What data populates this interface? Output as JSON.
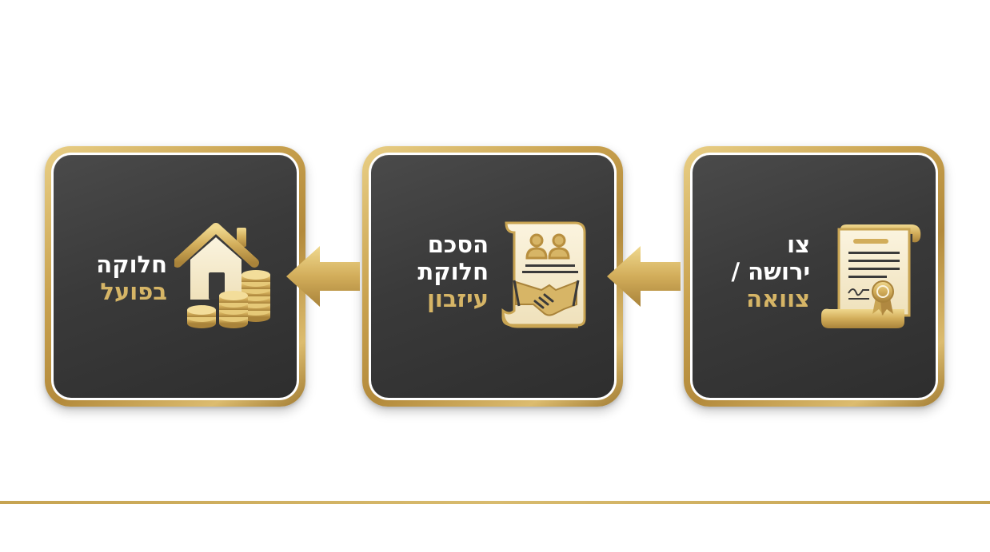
{
  "steps": [
    {
      "line1": "חלוקה",
      "line2": "",
      "line3": "בפועל",
      "icon": "house-with-coins-icon"
    },
    {
      "line1": "הסכם",
      "line2": "חלוקת",
      "line3": "עיזבון",
      "icon": "handshake-agreement-document-icon"
    },
    {
      "line1": "צו",
      "line2": "ירושה /",
      "line3": "צוואה",
      "icon": "will-scroll-with-seal-icon"
    }
  ],
  "arrows": [
    "arrow-left-icon",
    "arrow-left-icon"
  ],
  "colors": {
    "gold": "#d6b566",
    "card_dark": "#3a3a3a",
    "background": "#ffffff",
    "label_white": "#ffffff"
  }
}
